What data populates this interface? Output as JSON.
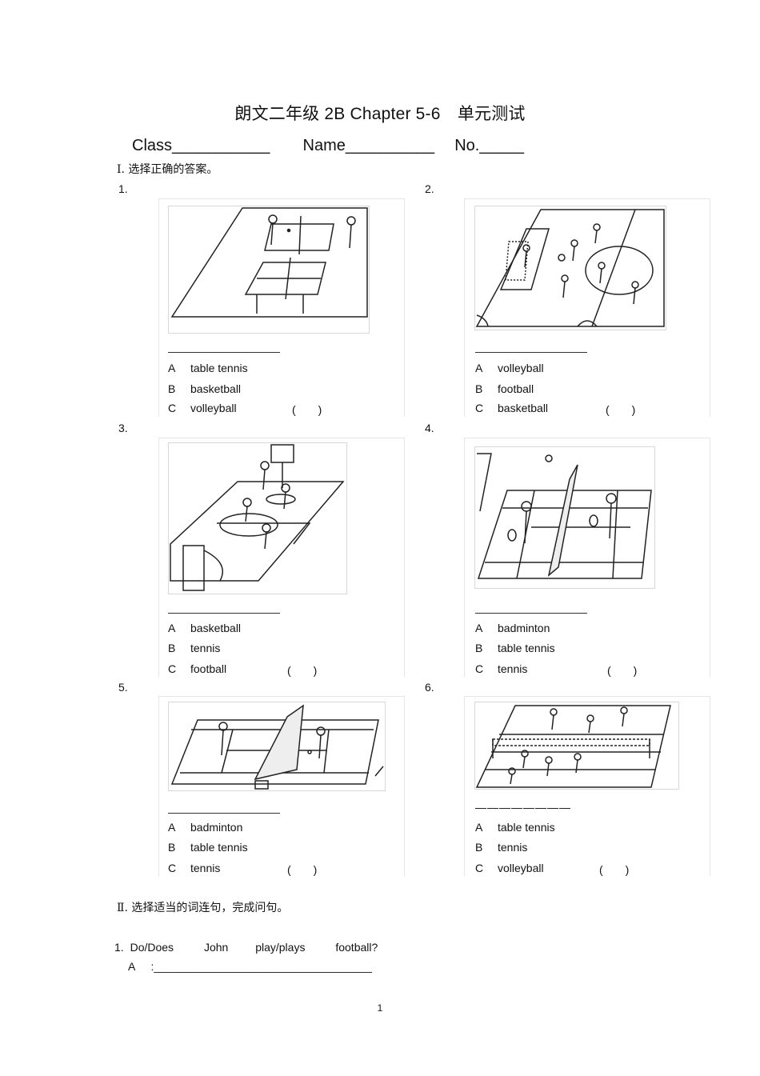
{
  "title": "朗文二年级 2B Chapter 5-6　单元测试",
  "info": {
    "class": "Class___________",
    "name": "Name__________",
    "no": "No._____"
  },
  "section1": {
    "heading": "Ⅰ. 选择正确的答案。"
  },
  "questions": [
    {
      "num": "1.",
      "options": [
        {
          "letter": "A",
          "text": "table tennis"
        },
        {
          "letter": "B",
          "text": "basketball"
        },
        {
          "letter": "C",
          "text": "volleyball"
        }
      ],
      "paren": "(　　)"
    },
    {
      "num": "2.",
      "options": [
        {
          "letter": "A",
          "text": "volleyball"
        },
        {
          "letter": "B",
          "text": "football"
        },
        {
          "letter": "C",
          "text": "basketball"
        }
      ],
      "paren": "(　　)"
    },
    {
      "num": "3.",
      "options": [
        {
          "letter": "A",
          "text": "basketball"
        },
        {
          "letter": "B",
          "text": "tennis"
        },
        {
          "letter": "C",
          "text": "football"
        }
      ],
      "paren": "(　　)"
    },
    {
      "num": "4.",
      "options": [
        {
          "letter": "A",
          "text": "badminton"
        },
        {
          "letter": "B",
          "text": "table tennis"
        },
        {
          "letter": "C",
          "text": "tennis"
        }
      ],
      "paren": "(　　)"
    },
    {
      "num": "5.",
      "options": [
        {
          "letter": "A",
          "text": "badminton"
        },
        {
          "letter": "B",
          "text": "table tennis"
        },
        {
          "letter": "C",
          "text": "tennis"
        }
      ],
      "paren": "(　　)"
    },
    {
      "num": "6.",
      "options": [
        {
          "letter": "A",
          "text": "table tennis"
        },
        {
          "letter": "B",
          "text": "tennis"
        },
        {
          "letter": "C",
          "text": "volleyball"
        }
      ],
      "paren": "(　　)",
      "line_text": "————————"
    }
  ],
  "section2": {
    "heading": "Ⅱ. 选择适当的词连句，完成问句。",
    "q1": {
      "num": "1.",
      "words": [
        "Do/Does",
        "John",
        "play/plays",
        "football?"
      ]
    },
    "answer": {
      "label": "A",
      "line": ":___________________________________"
    }
  },
  "page_number": "1"
}
